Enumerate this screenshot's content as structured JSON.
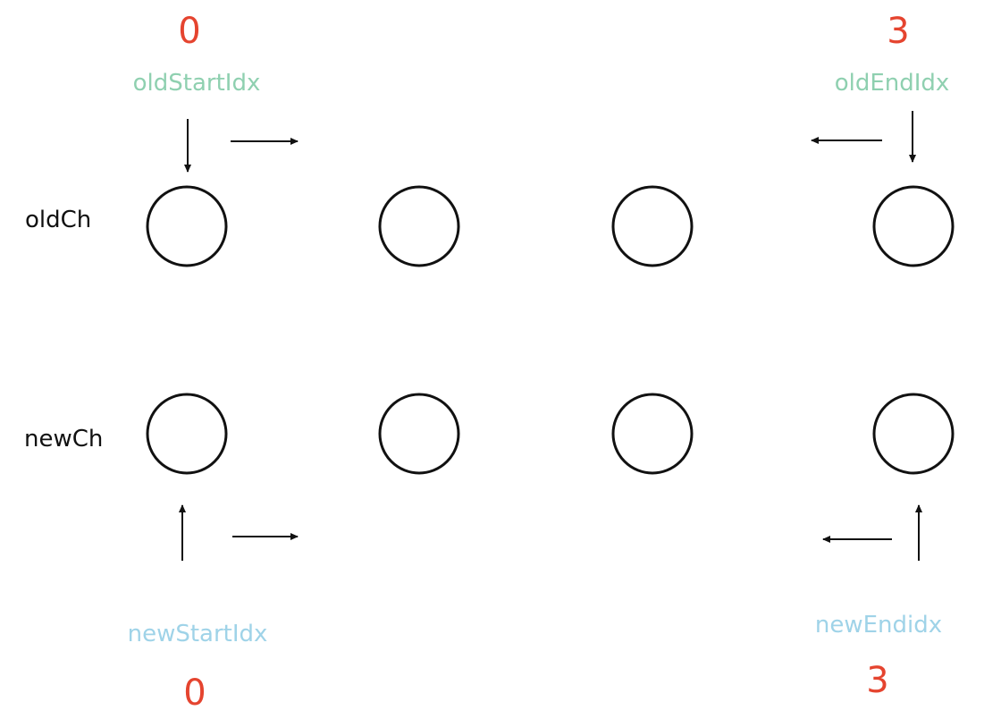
{
  "colors": {
    "index_number": "#e5442f",
    "old_pointer_label": "#8fd0b0",
    "new_pointer_label": "#9fd3e8",
    "row_label": "#111111",
    "stroke": "#111111",
    "background": "#ffffff"
  },
  "rows": {
    "old_label": "oldCh",
    "new_label": "newCh",
    "node_count": 4
  },
  "pointers": {
    "old_start": {
      "name": "oldStartIdx",
      "index": "0",
      "move_direction": "right"
    },
    "old_end": {
      "name": "oldEndIdx",
      "index": "3",
      "move_direction": "left"
    },
    "new_start": {
      "name": "newStartIdx",
      "index": "0",
      "move_direction": "right"
    },
    "new_end": {
      "name": "newEndidx",
      "index": "3",
      "move_direction": "left"
    }
  }
}
